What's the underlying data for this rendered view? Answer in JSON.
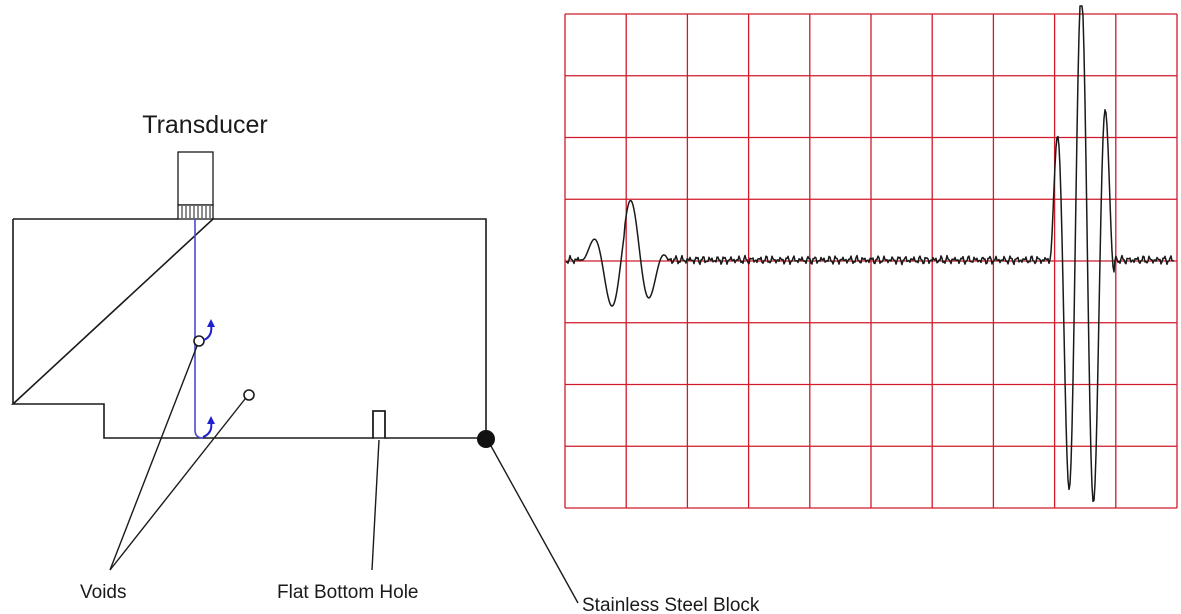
{
  "labels": {
    "transducer": "Transducer",
    "voids": "Voids",
    "flat_bottom_hole": "Flat Bottom Hole",
    "stainless_steel_block": "Stainless Steel Block"
  },
  "colors": {
    "block_outline": "#1a1a1a",
    "beam_path": "#4a4ad0",
    "void_marker": "#1a1a1a",
    "reflection_arrow": "#2020d0",
    "screen_grid": "#d11a2a",
    "waveform": "#1a1a1a",
    "steel_block_marker": "#111111"
  },
  "icons": {
    "reflection": "curved-arrow-up-icon",
    "void": "hollow-circle-icon",
    "steel_block": "filled-circle-icon"
  },
  "screen": {
    "grid": true,
    "grid_columns": 10,
    "grid_rows": 8,
    "signals": [
      "initial-echo",
      "back-wall-echo"
    ]
  }
}
